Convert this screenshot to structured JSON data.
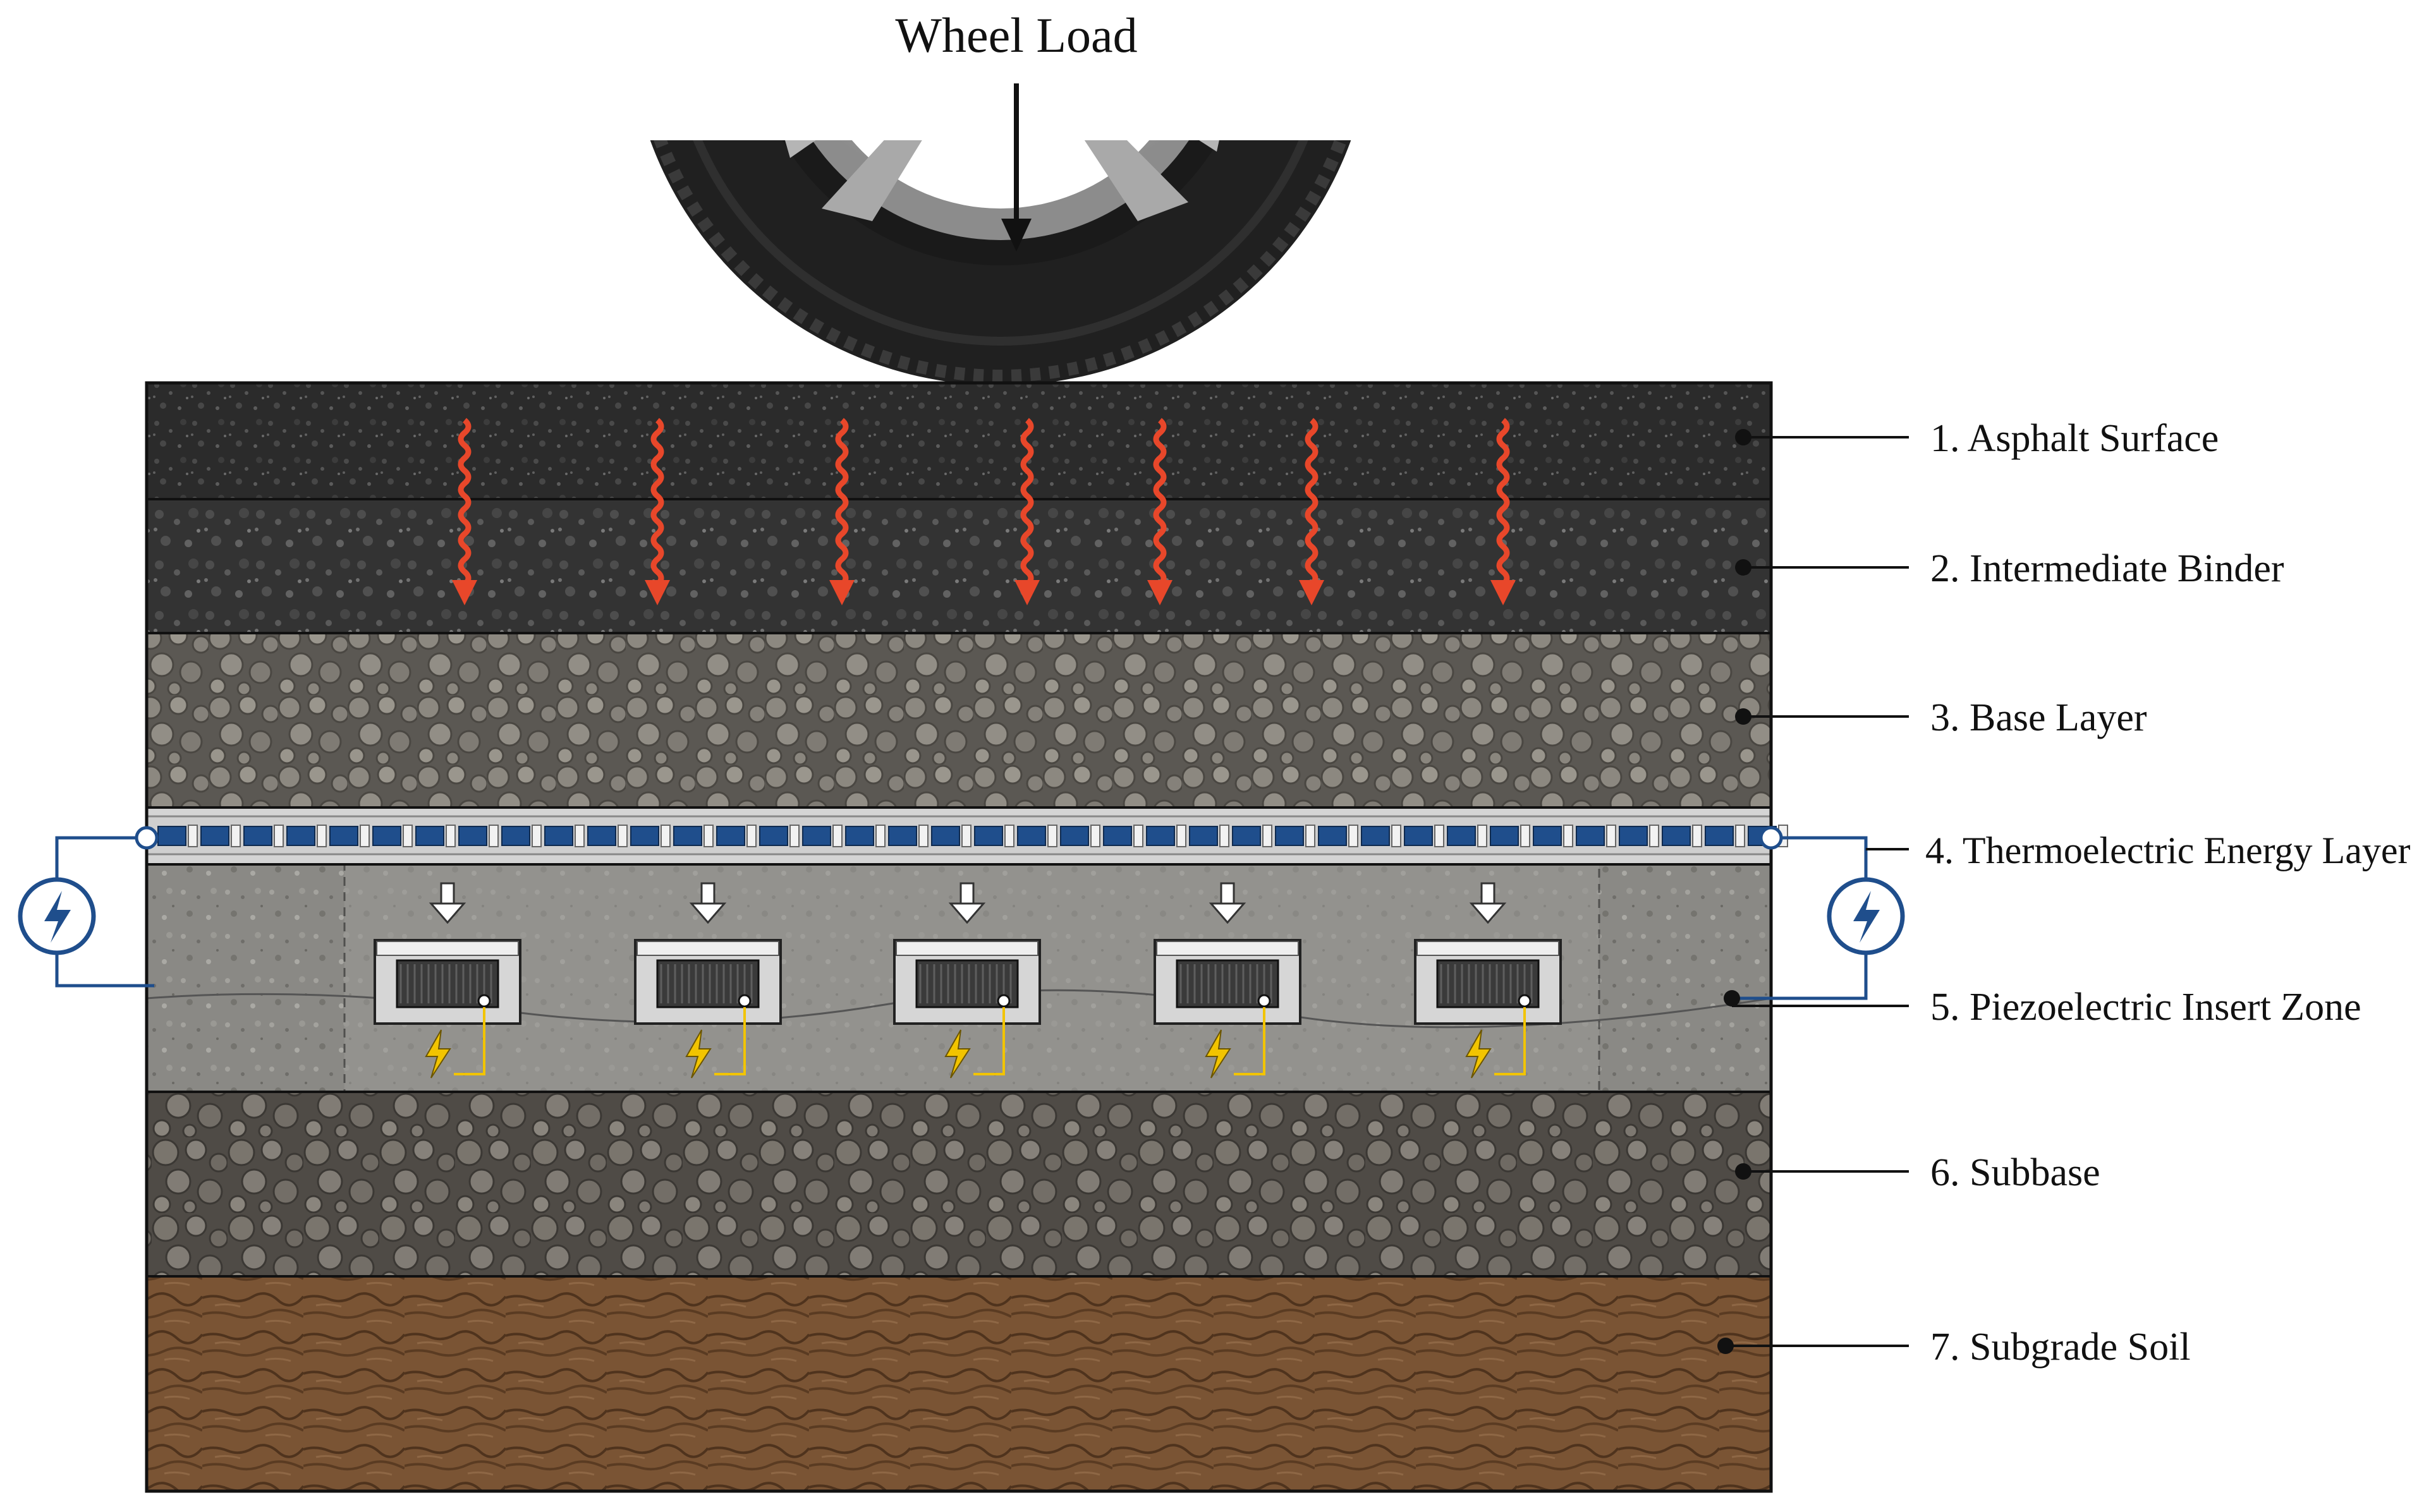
{
  "title": "Wheel Load",
  "layers": [
    {
      "id": "asphalt",
      "label": "1. Asphalt Surface"
    },
    {
      "id": "binder",
      "label": "2. Intermediate Binder"
    },
    {
      "id": "base",
      "label": "3. Base Layer"
    },
    {
      "id": "thermo",
      "label": "4. Thermoelectric Energy Layer"
    },
    {
      "id": "piezo",
      "label": "5. Piezoelectric Insert Zone"
    },
    {
      "id": "subbase",
      "label": "6. Subbase"
    },
    {
      "id": "subgrade",
      "label": "7. Subgrade Soil"
    }
  ],
  "icons": {
    "power": "lightning-bolt-circle-icon",
    "insert_charge": "lightning-bolt-icon",
    "heat": "heat-wave-arrow-icon",
    "load": "down-arrow-icon",
    "tire": "tire-icon"
  },
  "colors": {
    "asphalt": "#2b2b2b",
    "binder": "#363636",
    "base": "#7d7a73",
    "thermo_cell": "#1f4e8c",
    "piezo_zone": "#8f8e8a",
    "subbase": "#6e6a64",
    "subgrade": "#7a5434",
    "heat_arrow": "#e8472a",
    "circuit": "#1f4e8c",
    "bolt": "#f2c400"
  },
  "heat_arrow_count": 7,
  "piezo_insert_count": 5
}
